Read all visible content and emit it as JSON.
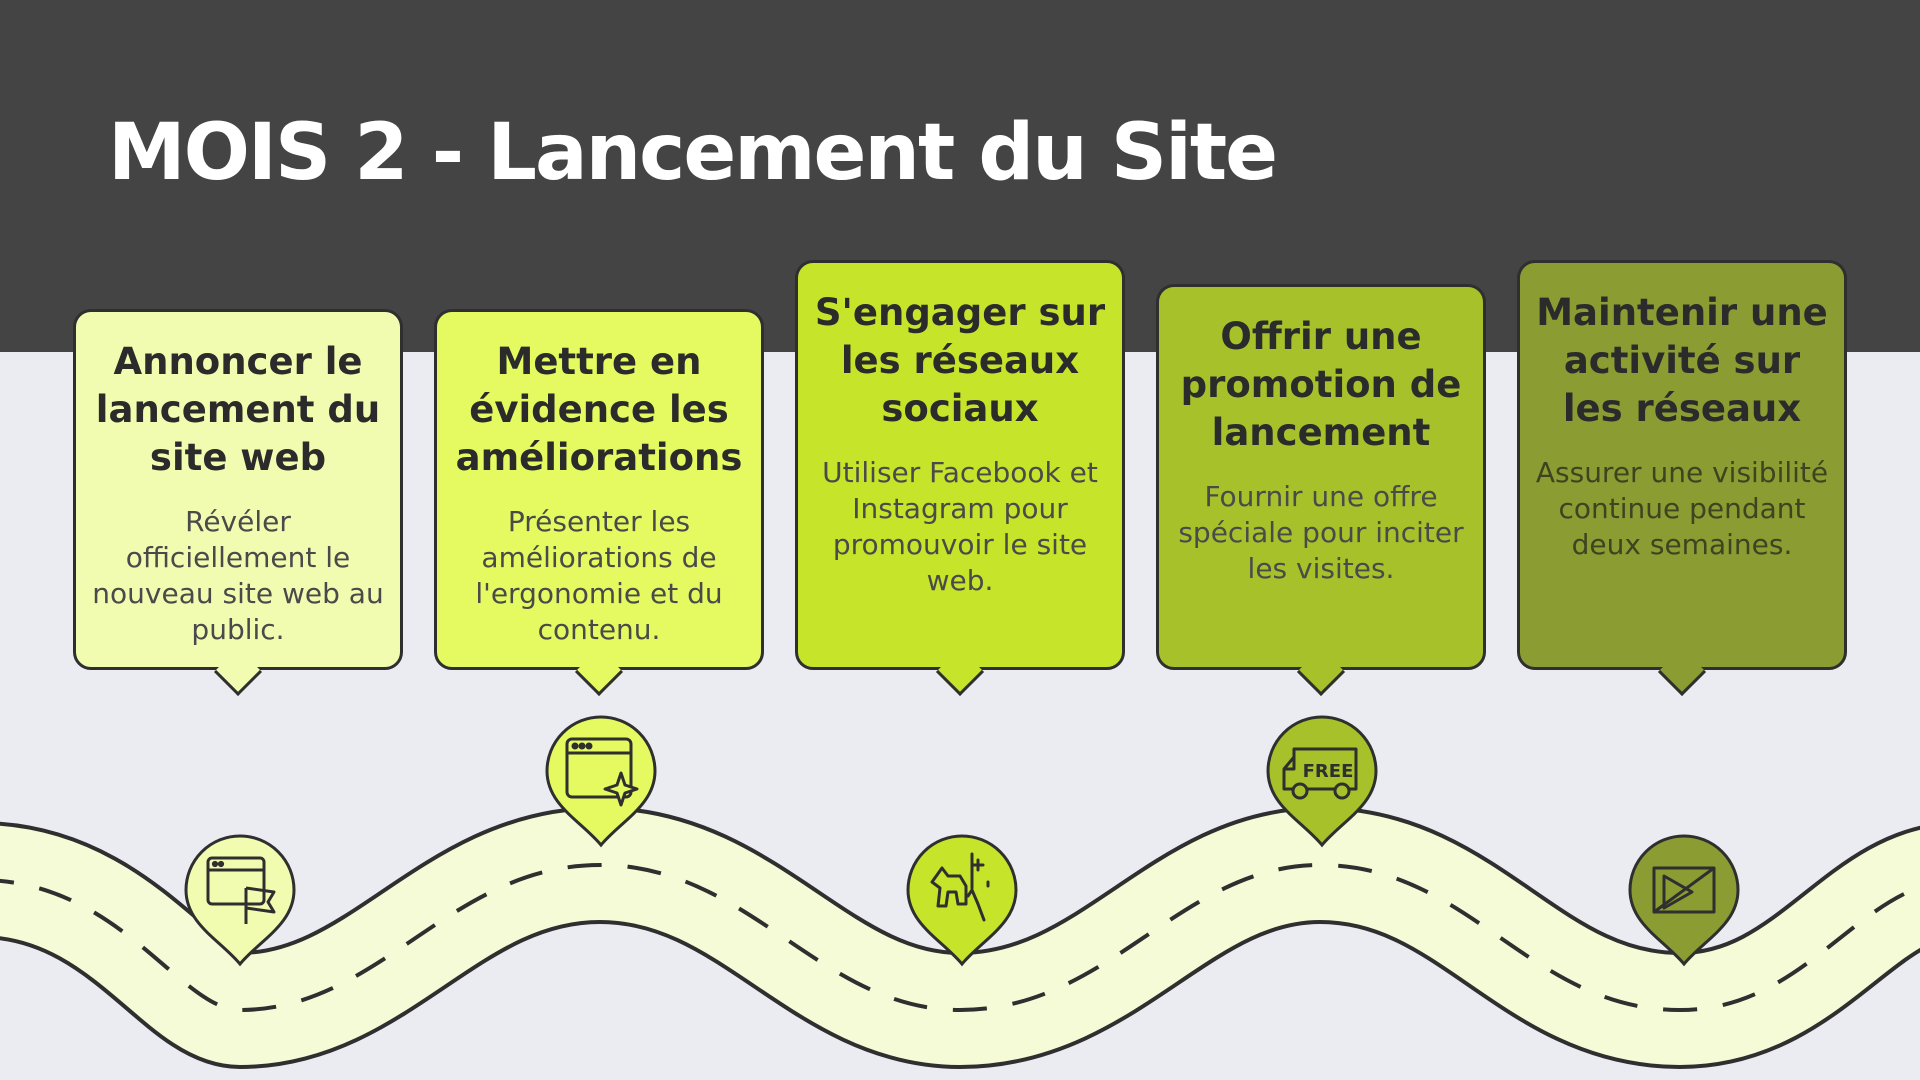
{
  "header": {
    "title": "MOIS 2 - Lancement du Site"
  },
  "colors": {
    "header_bg": "#444444",
    "page_bg": "#ebebf2",
    "road": "#f5fbd6",
    "step1": "#f2fcb0",
    "step2": "#e5fa60",
    "step3": "#c5e42a",
    "step4": "#a6c12a",
    "step5": "#8a9c32"
  },
  "steps": [
    {
      "title": "Annoncer le lancement du site web",
      "description": "Révéler officiellement le nouveau site web au public.",
      "icon": "browser-flag-icon"
    },
    {
      "title": "Mettre en évidence les améliorations",
      "description": "Présenter les améliorations de l'ergonomie et du contenu.",
      "icon": "browser-sparkle-icon"
    },
    {
      "title": "S'engager sur les réseaux sociaux",
      "description": "Utiliser Facebook et Instagram pour promouvoir le site web.",
      "icon": "pinata-icon"
    },
    {
      "title": "Offrir une promotion de lancement",
      "description": "Fournir une offre spéciale pour inciter les visites.",
      "icon": "free-delivery-truck-icon",
      "icon_text": "FREE"
    },
    {
      "title": "Maintenir une activité sur les réseaux",
      "description": "Assurer une visibilité continue pendant deux semaines.",
      "icon": "video-play-icon"
    }
  ]
}
